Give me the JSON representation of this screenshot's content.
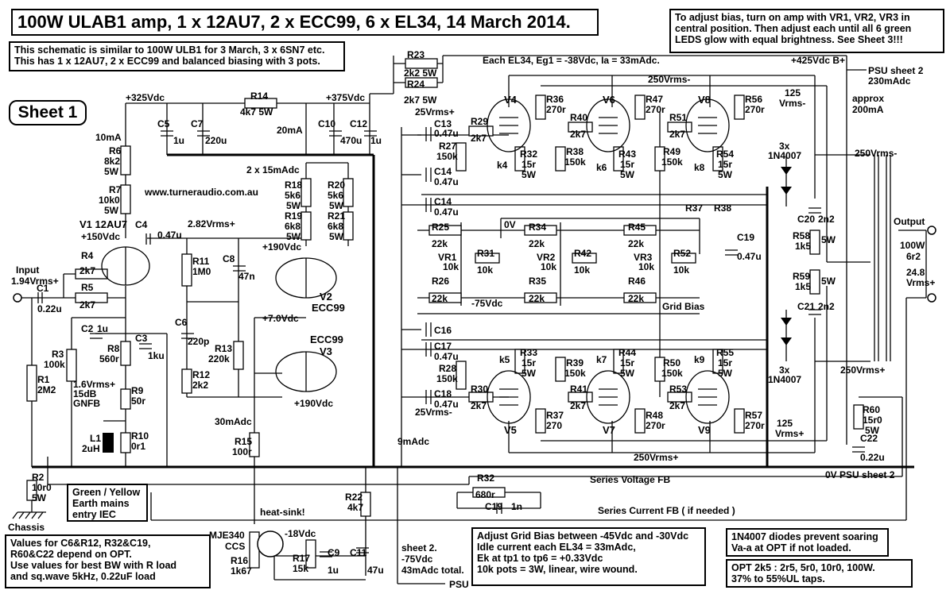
{
  "title": "100W ULAB1 amp, 1 x 12AU7, 2 x ECC99, 6 x EL34, 14 March 2014.",
  "note_intro": [
    "This schematic is similar to 100W ULB1 for 3 March, 3 x 6SN7 etc.",
    "This has 1 x 12AU7, 2 x ECC99 and balanced biasing with 3 pots."
  ],
  "note_bias": [
    "To adjust bias, turn on amp with VR1, VR2, VR3 in",
    "central position. Then adjust each until all  6  green",
    "LEDS glow  with equal brightness. See Sheet 3!!!"
  ],
  "sheet_label": "Sheet 1",
  "note_earth": [
    "Green / Yellow",
    "Earth  mains",
    "entry IEC"
  ],
  "note_values": [
    "Values for   C6&R12,   R32&C19,",
    "R60&C22  depend on OPT.",
    "Use values for best BW with R load",
    "and sq.wave 5kHz, 0.22uF load"
  ],
  "note_gridbias": [
    "Adjust Grid Bias between  -45Vdc and -30Vdc",
    "Idle current each EL34 = 33mAdc,",
    "Ek at tp1 to tp6 = +0.33Vdc",
    "10k pots = 3W, linear, wire  wound."
  ],
  "note_diodes": [
    "1N4007 diodes prevent soaring",
    "Va-a at OPT if not loaded."
  ],
  "note_opt": [
    "OPT  2k5 : 2r5, 5r0, 10r0, 100W.",
    "37% to 55%UL taps."
  ],
  "website": "www.turneraudio.com.au",
  "components": {
    "r1": [
      "R1",
      "2M2"
    ],
    "r2": [
      "R2",
      "10r0",
      "5W"
    ],
    "r3": [
      "R3",
      "100k"
    ],
    "r4": [
      "R4",
      "2k7"
    ],
    "r5": [
      "R5",
      "2k7"
    ],
    "r6": [
      "R6",
      "8k2",
      "5W"
    ],
    "r7": [
      "R7",
      "10k0",
      "5W"
    ],
    "r8": [
      "R8",
      "560r"
    ],
    "r9": [
      "R9",
      "50r"
    ],
    "r10": [
      "R10",
      "0r1"
    ],
    "r11": [
      "R11",
      "1M0"
    ],
    "r12": [
      "R12",
      "2k2"
    ],
    "r13": [
      "R13",
      "220k"
    ],
    "r14": [
      "R14",
      "4k7 5W"
    ],
    "r15": [
      "R15",
      "100r"
    ],
    "r17": [
      "R17",
      "15k"
    ],
    "r16": [
      "R16",
      "1k67"
    ],
    "r18": [
      "R18",
      "5k6",
      "5W"
    ],
    "r19": [
      "R19",
      "6k8",
      "5W"
    ],
    "r20": [
      "R20",
      "5k6",
      "5W"
    ],
    "r21": [
      "R21",
      "6k8",
      "5W"
    ],
    "r22": [
      "R22",
      "4k7"
    ],
    "r23": [
      "R23",
      "2k2 5W"
    ],
    "r24": [
      "R24",
      "2k7 5W"
    ],
    "r25": [
      "R25",
      "22k"
    ],
    "r26": [
      "R26",
      "22k"
    ],
    "r27": [
      "R27",
      "150k"
    ],
    "r28": [
      "R28",
      "150k"
    ],
    "r29": [
      "R29",
      "2k7"
    ],
    "r30": [
      "R30",
      "2k7"
    ],
    "r31": [
      "R31",
      "10k"
    ],
    "r32a": [
      "R32",
      "15r",
      "5W"
    ],
    "r32b": [
      "R32",
      "680r"
    ],
    "r33": [
      "R33",
      "15r",
      "5W"
    ],
    "r34": [
      "R34",
      "22k"
    ],
    "r35": [
      "R35",
      "22k"
    ],
    "r36": [
      "R36",
      "270r"
    ],
    "r37": [
      "R37",
      "270"
    ],
    "r37t": "R37",
    "r38t": "R38",
    "r38": [
      "R38",
      "150k"
    ],
    "r39": [
      "R39",
      "150k"
    ],
    "r40": [
      "R40",
      "2k7"
    ],
    "r41": [
      "R41",
      "2k7"
    ],
    "r42": [
      "R42",
      "10k"
    ],
    "r43": [
      "R43",
      "15r",
      "5W"
    ],
    "r44": [
      "R44",
      "15r",
      "5W"
    ],
    "r45": [
      "R45",
      "22k"
    ],
    "r46": [
      "R46",
      "22k"
    ],
    "r47": [
      "R47",
      "270r"
    ],
    "r48": [
      "R48",
      "270r"
    ],
    "r49": [
      "R49",
      "150k"
    ],
    "r50": [
      "R50",
      "150k"
    ],
    "r51": [
      "R51",
      "2k7"
    ],
    "r52": [
      "R52",
      "10k"
    ],
    "r53": [
      "R53",
      "2k7"
    ],
    "r54": [
      "R54",
      "15r",
      "5W"
    ],
    "r55": [
      "R55",
      "15r",
      "5W"
    ],
    "r56": [
      "R56",
      "270r"
    ],
    "r57": [
      "R57",
      "270r"
    ],
    "r58": [
      "R58",
      "1k5",
      "5W"
    ],
    "r59": [
      "R59",
      "1k5",
      "5W"
    ],
    "r60": [
      "R60",
      "15r0",
      "5W"
    ],
    "c1": [
      "C1",
      "0.22u"
    ],
    "c2": [
      "C2",
      "1u"
    ],
    "c3": [
      "C3",
      "1ku"
    ],
    "c4": [
      "C4",
      "0.47u"
    ],
    "c5": [
      "C5",
      "1u"
    ],
    "c6": [
      "C6",
      "220p"
    ],
    "c7": [
      "C7",
      "220u"
    ],
    "c8": [
      "C8",
      "47n"
    ],
    "c9": [
      "C9",
      "1u"
    ],
    "c10": [
      "C10",
      "470u"
    ],
    "c11": [
      "C11",
      "47u"
    ],
    "c12": [
      "C12",
      "1u"
    ],
    "c13": [
      "C13",
      "0.47u"
    ],
    "c14a": [
      "C14",
      "0.47u"
    ],
    "c14b": [
      "C14",
      "0.47u"
    ],
    "c16": "C16",
    "c17": [
      "C17",
      "0.47u"
    ],
    "c18": [
      "C18",
      "0.47u"
    ],
    "c19a": [
      "C19",
      "0.47u"
    ],
    "c19b": [
      "C19",
      "1n"
    ],
    "c20": [
      "C20",
      "2n2"
    ],
    "c21": [
      "C21",
      "2n2"
    ],
    "c22": [
      "C22",
      "0.22u"
    ],
    "vr1": [
      "VR1",
      "10k"
    ],
    "vr2": [
      "VR2",
      "10k"
    ],
    "vr3": [
      "VR3",
      "10k"
    ],
    "l1": [
      "L1",
      "2uH"
    ],
    "v1": "V1 12AU7",
    "v2": "V2",
    "v3": "V3",
    "v4": "V4",
    "v5": "V5",
    "v6": "V6",
    "v7": "V7",
    "v8": "V8",
    "v9": "V9",
    "ecc99a": "ECC99",
    "ecc99b": "ECC99",
    "mje": [
      "MJE340",
      "CCS"
    ]
  },
  "labels": {
    "input": [
      "Input",
      "1.94Vrms+"
    ],
    "v325": "+325Vdc",
    "v375": "+375Vdc",
    "v425": "+425Vdc B+",
    "psu2": [
      "PSU sheet 2",
      "230mAdc"
    ],
    "approx": [
      "approx",
      "200mA"
    ],
    "ma10": "10mA",
    "ma20": "20mA",
    "ma2x15": "2 x 15mAdc",
    "v150": "+150Vdc",
    "v282": "2.82Vrms+",
    "v190a": "+190Vdc",
    "v190b": "+190Vdc",
    "v7": "+7.0Vdc",
    "ma30": "30mAdc",
    "ma9": "9mAdc",
    "gnfb": [
      "1.6Vrms+",
      "15dB",
      "GNFB"
    ],
    "each_el34": "Each EL34,  Eg1 = -38Vdc,  Ia = 33mAdc.",
    "v250a": "250Vrms-",
    "v250b": "250Vrms-",
    "v250c": "250Vrms+",
    "v250d": "250Vrms+",
    "v125a": [
      "125",
      "Vrms-"
    ],
    "v125b": [
      "125",
      "Vrms+"
    ],
    "v25a": "25Vrms+",
    "v25b": "25Vrms-",
    "zero_v": "0V",
    "neg75": "-75Vdc",
    "grid_bias": "Grid Bias",
    "diodes_a": [
      "3x",
      "1N4007"
    ],
    "diodes_b": [
      "3x",
      "1N4007"
    ],
    "output": "Output",
    "out_w": [
      "100W",
      "6r2",
      "24.8",
      "Vrms+"
    ],
    "k4": "k4",
    "k5": "k5",
    "k6": "k6",
    "k7": "k7",
    "k8": "k8",
    "k9": "k9",
    "series_v": "Series Voltage  FB",
    "series_i": "Series Current  FB  ( if needed )",
    "zero_psu": "0V PSU sheet 2",
    "heatsink": "heat-sink!",
    "neg18": "-18Vdc",
    "sheet2": [
      "sheet 2.",
      "-75Vdc",
      "43mAdc total."
    ],
    "psu": "PSU",
    "chassis": "Chassis"
  }
}
